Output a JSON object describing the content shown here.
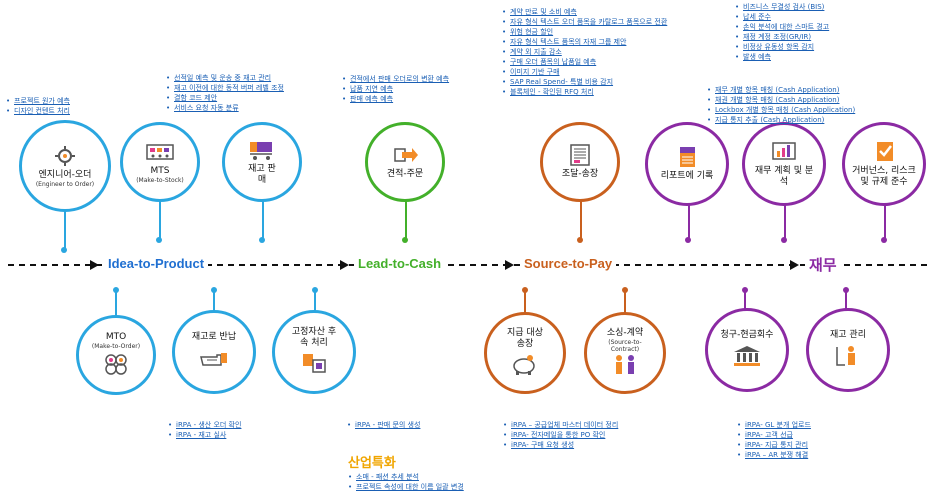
{
  "phases": {
    "idea": "Idea-to-Product",
    "lead": "Lead-to-Cash",
    "source": "Source-to-Pay",
    "finance": "재무"
  },
  "colors": {
    "blue": "#2aa6e0",
    "phase_blue": "#1f6fd1",
    "green": "#43b02a",
    "orange": "#c9601e",
    "purple": "#8b2aa3",
    "industry": "#f0a500",
    "link": "#1a5fb4"
  },
  "top_circles": {
    "eto": {
      "label": "엔지니어-오더",
      "sub": "(Engineer to Order)",
      "icon": "gear-icon"
    },
    "mts": {
      "label": "MTS",
      "sub": "(Make-to-Stock)",
      "icon": "machine-icon"
    },
    "stock_sales": {
      "label": "재고 판매",
      "icon": "cart-icon"
    },
    "quote": {
      "label": "견적-주문",
      "icon": "arrow-box-icon"
    },
    "procure": {
      "label": "조달-송장",
      "icon": "invoice-icon"
    },
    "report": {
      "label": "리포트에 기록",
      "icon": "report-icon"
    },
    "plan": {
      "label": "재무 계획 및 분석",
      "icon": "analysis-icon"
    },
    "governance": {
      "label": "거버넌스, 리스크 및 규제 준수",
      "icon": "check-icon"
    }
  },
  "bottom_circles": {
    "mto": {
      "label": "MTO",
      "sub": "(Make-to-Order)",
      "icon": "coins-icon"
    },
    "return": {
      "label": "재고로 반납",
      "icon": "hand-icon"
    },
    "asset": {
      "label": "고정자산 후속 처리",
      "icon": "asset-icon"
    },
    "payable": {
      "label": "지급 대상 송장",
      "icon": "piggy-bank-icon"
    },
    "sourcing": {
      "label": "소싱-계약",
      "sub": "(Source-to-Contract)",
      "icon": "people-icon"
    },
    "billing": {
      "label": "청구-현금회수",
      "icon": "bank-icon"
    },
    "inventory": {
      "label": "재고 관리",
      "icon": "worker-icon"
    }
  },
  "lists": {
    "eto": [
      "프로젝트 원가 예측",
      "디자인 컨텐트 처리"
    ],
    "mts": [
      "선적일 예측 및 운송 중 재고 관리",
      "재고 이전에 대한 동적 버퍼 레벨 조정",
      "결함 코드 제안",
      "서비스 요청 자동 분류"
    ],
    "lead": [
      "견적에서 판매 오더로의 변환 예측",
      "납품 지연 예측",
      "판매 예측 예측"
    ],
    "procure": [
      "계약 만료 및 소비 예측",
      "자유 형식 텍스트 오더 품목을 카탈로그 품목으로 전환",
      "위험 현금 할인",
      "자유 형식 텍스트 품목의 자재 그룹 제안",
      "계약 외 지출 감소",
      "구매 오더 품목의 납품일 예측",
      "이미지 기반 구매",
      "SAP Real Spend- 특별 비용 감지",
      "블록체인 - 확인된 RFQ 처리"
    ],
    "fin_top": [
      "비즈니스 무결성 검사 (BIS)",
      "납세 준수",
      "손익 분석에 대한 스마트 경고",
      "재정 계정 조정(GR/IR)",
      "비정상 유동성 항목 감지",
      "발생 예측"
    ],
    "fin_mid": [
      "재무 개별 항목 매칭 (Cash Application)",
      "채권 개별 항목 매칭 (Cash Application)",
      "Lockbox 개별 항목 매칭 (Cash Application)",
      "지급 통지 추출 (Cash Application)"
    ],
    "mto": [
      "iRPA - 생산 오더 확인",
      "iRPA - 재고 실사"
    ],
    "asset": [
      "iRPA - 판매 문의 생성"
    ],
    "payable": [
      "iRPA – 공급업체 마스터 데이터 정리",
      "iRPA- 전자메일을 통한 PO 확인",
      "iRPA- 구매 요청 생성"
    ],
    "billing": [
      "iRPA- GL 분개 업로드",
      "iRPA- 고객 선급",
      "iRPA- 지급 통지 관리",
      "iRPA – AR 분쟁 해결"
    ],
    "industry": [
      "소매 - 패션 추세 분석",
      "프로젝트 속성에 대한 이름 일괄 변경"
    ]
  },
  "industry_title": "산업특화"
}
